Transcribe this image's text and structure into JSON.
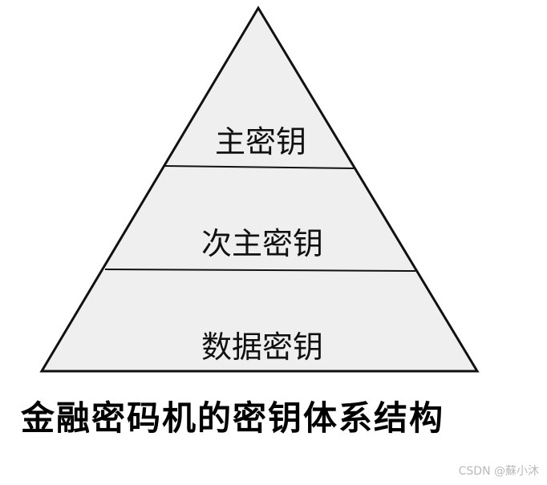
{
  "diagram": {
    "levels": [
      {
        "label": "主密钥"
      },
      {
        "label": "次主密钥"
      },
      {
        "label": "数据密钥"
      }
    ],
    "fill_color": "#efefef",
    "stroke_color": "#111111"
  },
  "caption": "金融密码机的密钥体系结构",
  "watermark": "CSDN @蘇小沐"
}
